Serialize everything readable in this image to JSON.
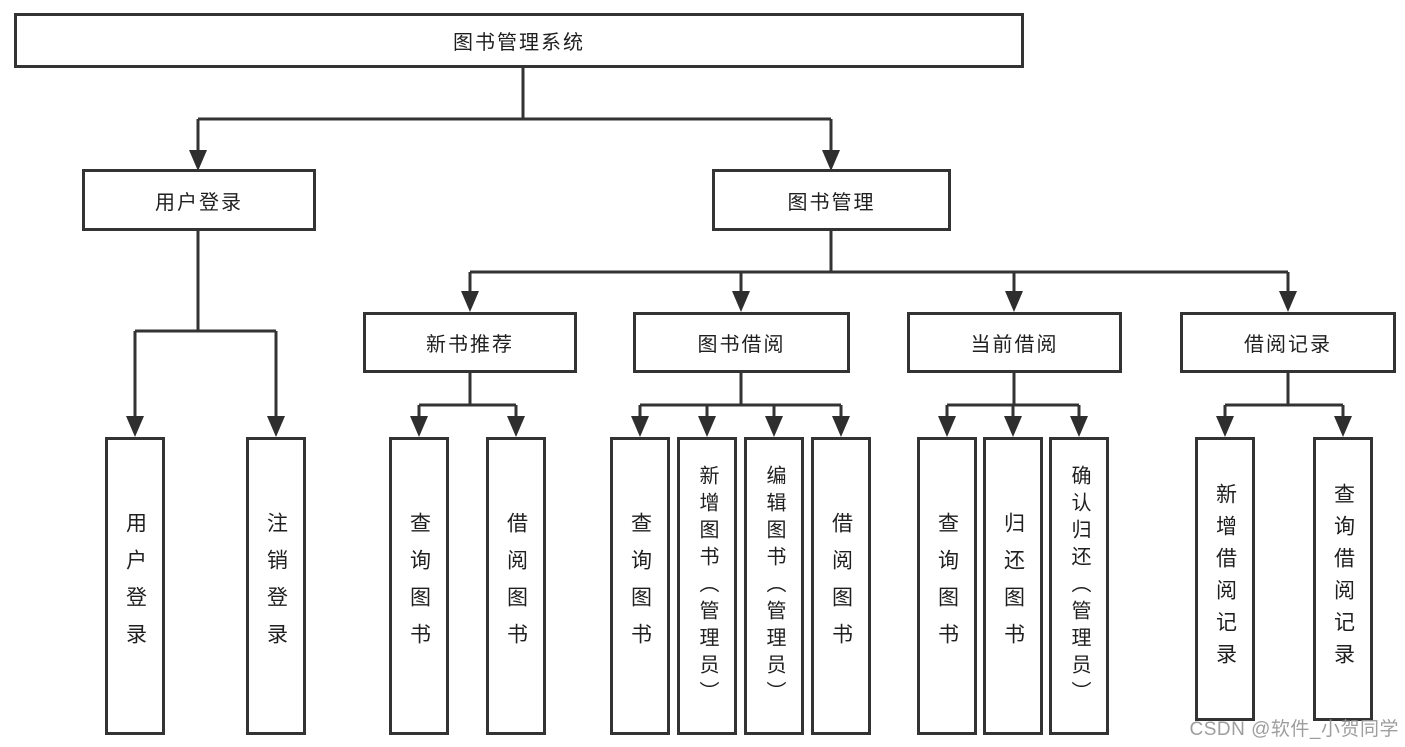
{
  "diagram": {
    "root": {
      "label": "图书管理系统"
    },
    "branches": [
      {
        "label": "用户登录",
        "children": [
          "用户登录",
          "注销登录"
        ]
      },
      {
        "label": "图书管理",
        "children": [
          {
            "label": "新书推荐",
            "children": [
              "查询图书",
              "借阅图书"
            ]
          },
          {
            "label": "图书借阅",
            "children": [
              "查询图书",
              "新增图书（管理员）",
              "编辑图书（管理员）",
              "借阅图书"
            ]
          },
          {
            "label": "当前借阅",
            "children": [
              "查询图书",
              "归还图书",
              "确认归还（管理员）"
            ]
          },
          {
            "label": "借阅记录",
            "children": [
              "新增借阅记录",
              "查询借阅记录"
            ]
          }
        ]
      }
    ]
  },
  "watermark": {
    "text": "CSDN @软件_小贺同学"
  },
  "colors": {
    "line": "#333333",
    "box_border": "#333333",
    "text": "#1f1f1f",
    "background": "#ffffff",
    "watermark": "#969696"
  }
}
